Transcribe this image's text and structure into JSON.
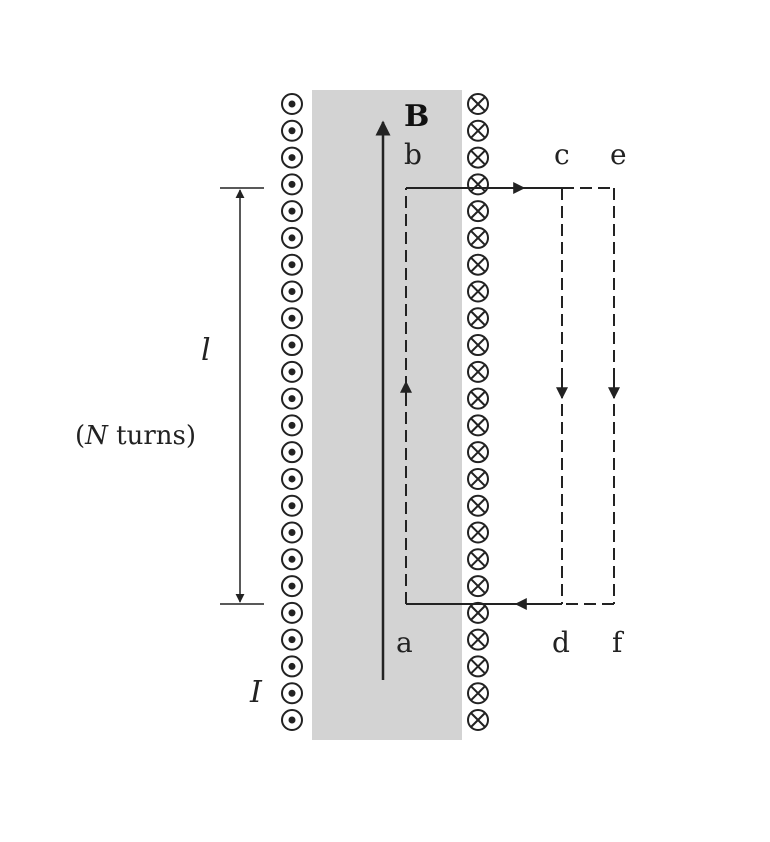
{
  "labels": {
    "field": "B",
    "point_a": "a",
    "point_b": "b",
    "point_c": "c",
    "point_d": "d",
    "point_e": "e",
    "point_f": "f",
    "length": "l",
    "turns_open": "(",
    "turns_n": "N",
    "turns_word": " turns)",
    "current": "I"
  },
  "coil": {
    "left_symbol": "dot-in-circle-icon",
    "right_symbol": "cross-in-circle-icon",
    "left_turns": 24,
    "right_turns": 24
  },
  "colors": {
    "core": "#d3d3d3",
    "ink": "#222222"
  }
}
